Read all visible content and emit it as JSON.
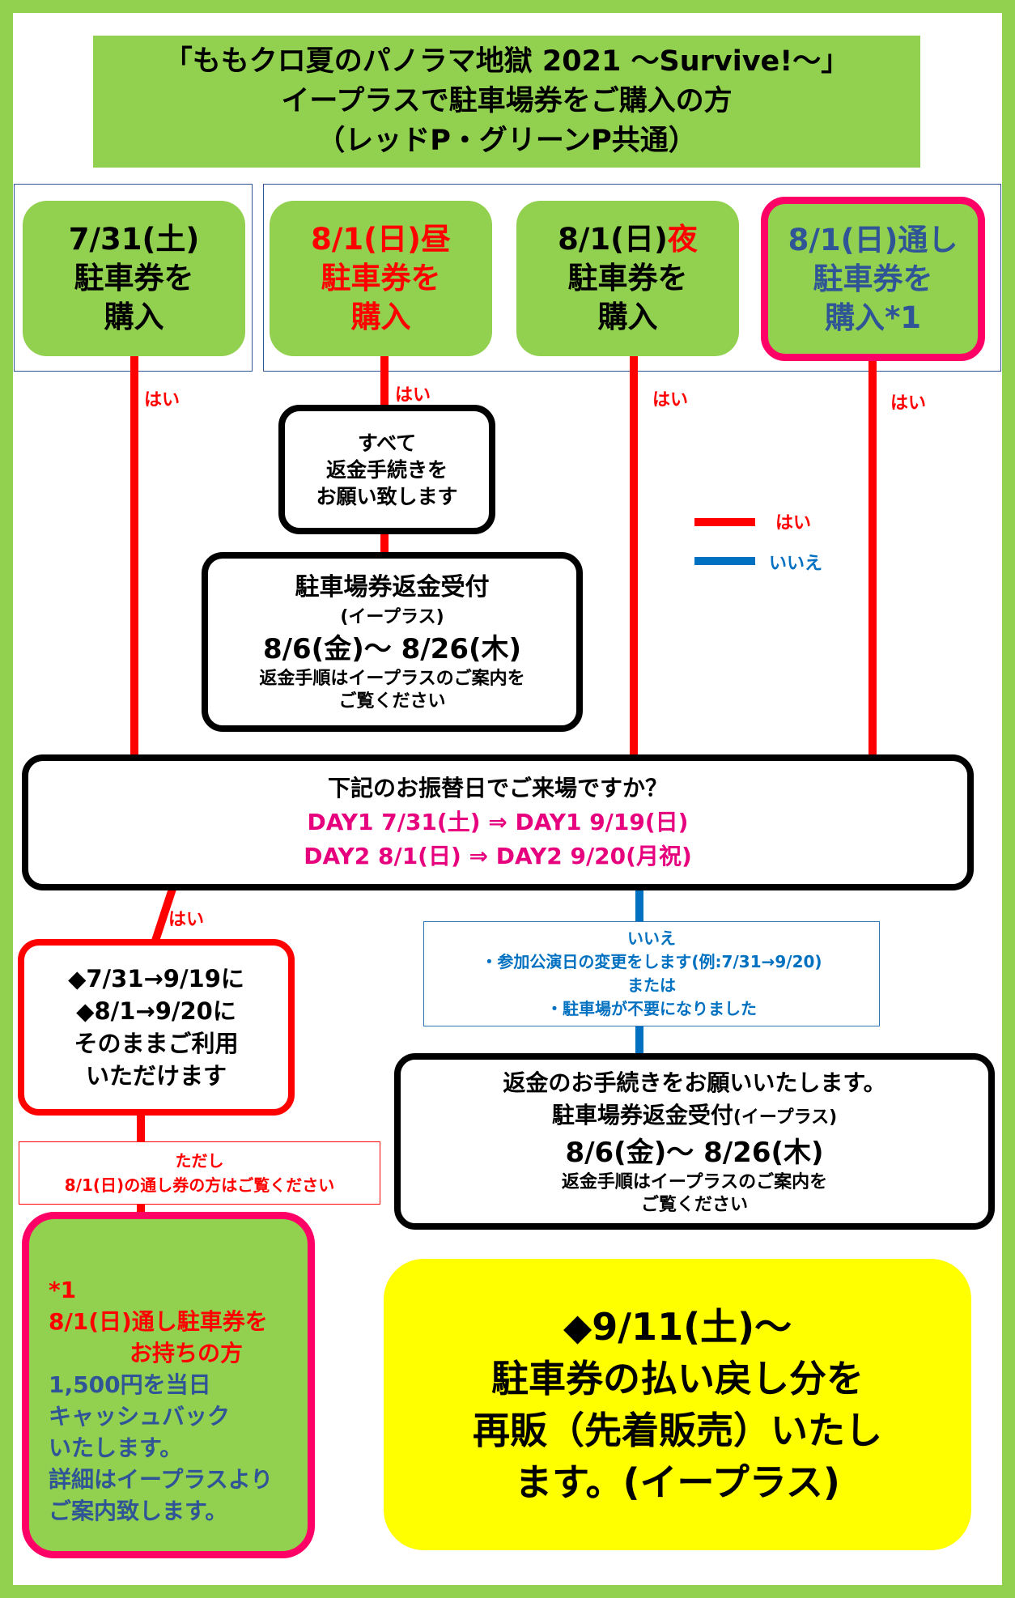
{
  "title": {
    "line1": "「ももクロ夏のパノラマ地獄 2021 ～Survive!～」",
    "line2": "イープラスで駐車場券をご購入の方",
    "line3": "（レッドP・グリーンP共通）"
  },
  "cards": [
    {
      "date": "7/31(土)",
      "line2": "駐車券を",
      "line3": "購入"
    },
    {
      "date": "8/1(日)昼",
      "line2": "駐車券を",
      "line3": "購入"
    },
    {
      "date_a": "8/1(日)",
      "date_b": "夜",
      "line2": "駐車券を",
      "line3": "購入"
    },
    {
      "date": "8/1(日)通し",
      "line2": "駐車券を",
      "line3": "購入*1"
    }
  ],
  "labels": {
    "yes": "はい",
    "no": "いいえ"
  },
  "legend": {
    "yes": "はい",
    "no": "いいえ"
  },
  "refund_all": {
    "line1": "すべて",
    "line2": "返金手続きを",
    "line3": "お願い致します"
  },
  "refund_box": {
    "line1": "駐車場券返金受付",
    "line2": "(イープラス)",
    "line3": "8/6(金)～ 8/26(木)",
    "line4": "返金手順はイープラスのご案内を",
    "line5": "ご覧ください"
  },
  "question": {
    "line1": "下記のお振替日でご来場ですか？",
    "line2": "DAY1 7/31(土) ⇒ DAY1 9/19(日)",
    "line3": "DAY2 8/1(日) ⇒ DAY2 9/20(月祝)"
  },
  "yes_result": {
    "line1": "◆7/31→9/19に",
    "line2": "◆8/1→9/20に",
    "line3": "そのままご利用",
    "line4": "いただけます"
  },
  "note_red": {
    "line1": "ただし",
    "line2": "8/1(日)の通し券の方はご覧ください"
  },
  "note_blue": {
    "line1": "いいえ",
    "line2": "・参加公演日の変更をします(例:7/31→9/20)",
    "line3": "または",
    "line4": "・駐車場が不要になりました"
  },
  "refund_box2": {
    "line1": "返金のお手続きをお願いいたします。",
    "line2a": "駐車場券返金受付",
    "line2b": "(イープラス)",
    "line3": "8/6(金)～ 8/26(木)",
    "line4": "返金手順はイープラスのご案内を",
    "line5": "ご覧ください"
  },
  "cashback": {
    "mark": "*1",
    "line1": "8/1(日)通し駐車券を",
    "line2": "お持ちの方",
    "line3": "1,500円を当日",
    "line4": "キャッシュバック",
    "line5": "いたします。",
    "line6": "詳細はイープラスより",
    "line7": "ご案内致します。"
  },
  "resale": {
    "line1": "◆9/11(土)～",
    "line2": "駐車券の払い戻し分を",
    "line3": "再販（先着販売）いたし",
    "line4": "ます。(イープラス)"
  },
  "colors": {
    "frame_green": "#92d050",
    "yes_red": "#ff0000",
    "no_blue": "#0070c0",
    "pink": "#ff0066",
    "yellow": "#ffff00"
  }
}
